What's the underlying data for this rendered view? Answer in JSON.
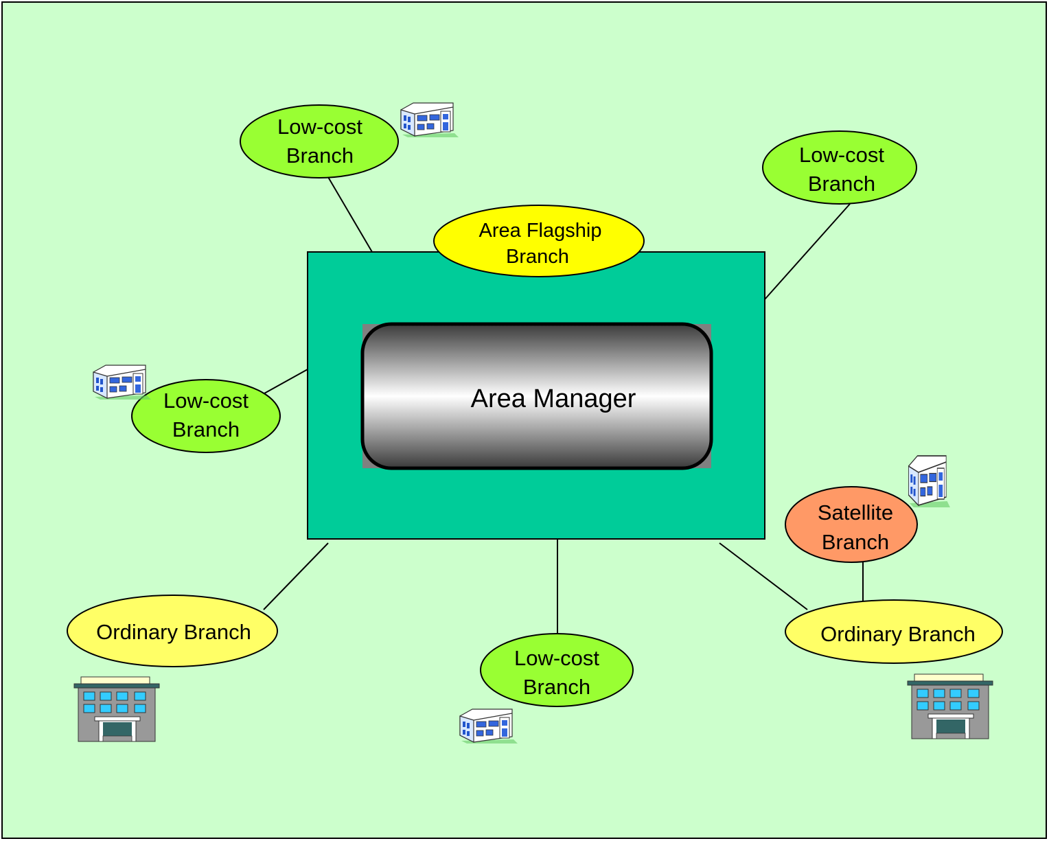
{
  "diagram": {
    "center": {
      "label": "Area Manager"
    },
    "flagship": {
      "line1": "Area Flagship",
      "line2": "Branch"
    },
    "branches": [
      {
        "id": "lowcost-top-left",
        "line1": "Low-cost",
        "line2": "Branch",
        "kind": "low-cost"
      },
      {
        "id": "lowcost-top-right",
        "line1": "Low-cost",
        "line2": "Branch",
        "kind": "low-cost"
      },
      {
        "id": "lowcost-left",
        "line1": "Low-cost",
        "line2": "Branch",
        "kind": "low-cost"
      },
      {
        "id": "satellite",
        "line1": "Satellite",
        "line2": "Branch",
        "kind": "satellite"
      },
      {
        "id": "ordinary-left",
        "line1": "Ordinary Branch",
        "kind": "ordinary"
      },
      {
        "id": "lowcost-bottom",
        "line1": "Low-cost",
        "line2": "Branch",
        "kind": "low-cost"
      },
      {
        "id": "ordinary-right",
        "line1": "Ordinary Branch",
        "kind": "ordinary"
      }
    ],
    "icons": {
      "small_building": "small-building-icon",
      "office_building": "office-building-icon"
    },
    "colors": {
      "background": "#ccffcc",
      "area_box": "#00cc99",
      "low_cost": "#99ff33",
      "ordinary": "#ffff66",
      "flagship": "#ffff00",
      "satellite": "#ff9966"
    }
  }
}
